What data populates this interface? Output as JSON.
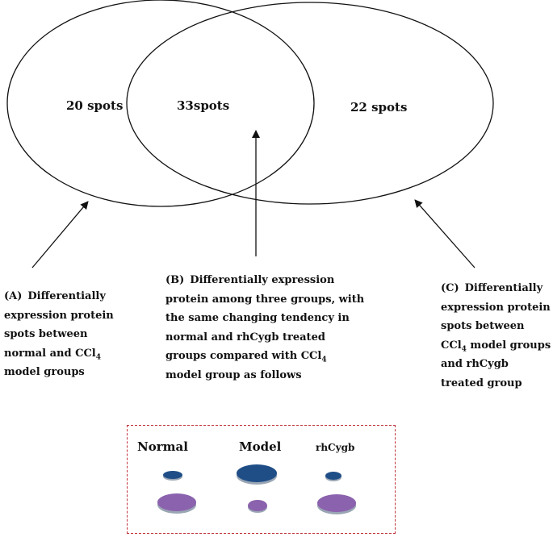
{
  "venn": {
    "left_count": "20 spots",
    "overlap_count": "33spots",
    "right_count": "22 spots"
  },
  "notes": {
    "a": {
      "tag": "(A)",
      "lines": [
        "Differentially",
        "expression protein",
        "spots between",
        "normal and CCl4",
        "model groups"
      ]
    },
    "b": {
      "tag": "(B)",
      "lines": [
        "Differentially expression",
        "protein among three groups, with",
        "the same changing tendency in",
        "normal and rhCygb treated",
        "groups compared with CCl4",
        "model group as follows"
      ]
    },
    "c": {
      "tag": "(C)",
      "lines": [
        "Differentially",
        "expression protein",
        "spots between",
        "CCl4 model groups",
        "and rhCygb",
        "treated group"
      ]
    }
  },
  "legend": {
    "headers": [
      "Normal",
      "Model",
      "rhCygb"
    ],
    "rows": [
      {
        "color": "#1f4e87",
        "sizes": [
          "small",
          "large",
          "small"
        ]
      },
      {
        "color": "#8b62ad",
        "sizes": [
          "large",
          "small",
          "large"
        ]
      }
    ]
  },
  "colors": {
    "border": "#c0323a",
    "spot_shadow": "#9aa6b4"
  }
}
